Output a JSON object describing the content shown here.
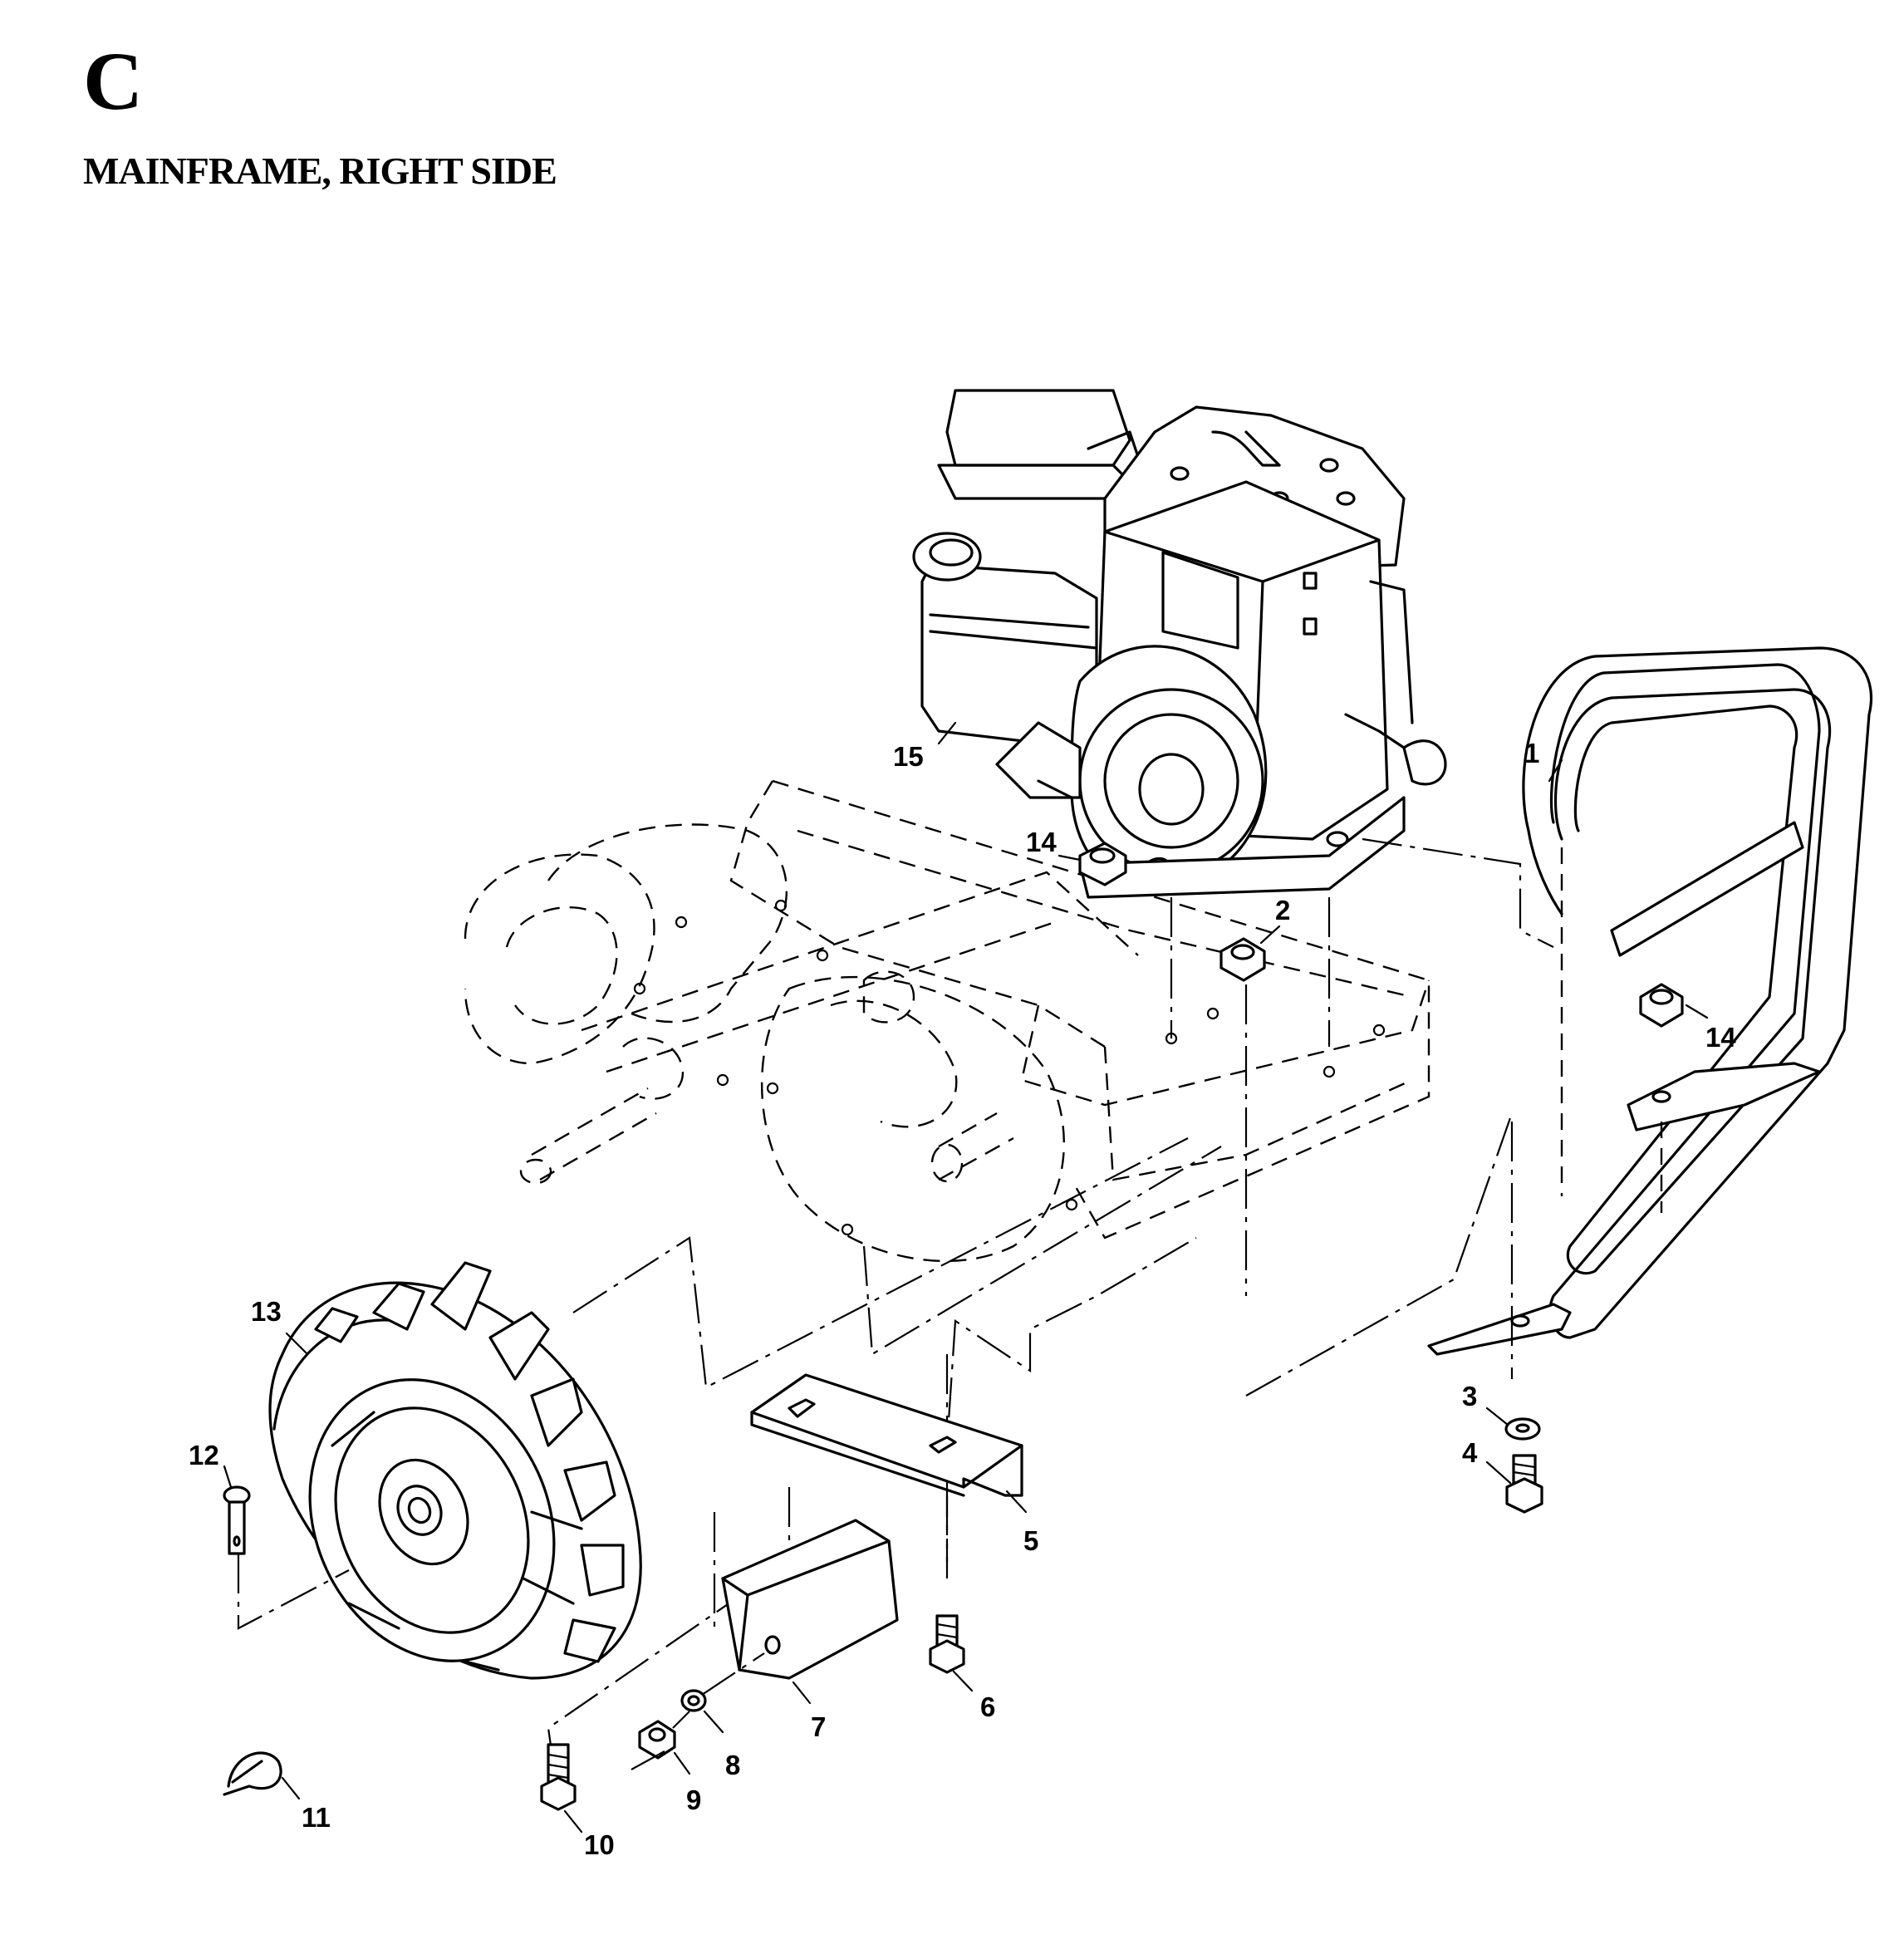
{
  "header": {
    "section_letter": "C",
    "section_title": "MAINFRAME, RIGHT SIDE"
  },
  "callouts": [
    "1",
    "2",
    "3",
    "4",
    "5",
    "6",
    "7",
    "8",
    "9",
    "10",
    "11",
    "12",
    "13",
    "14",
    "14",
    "15"
  ]
}
